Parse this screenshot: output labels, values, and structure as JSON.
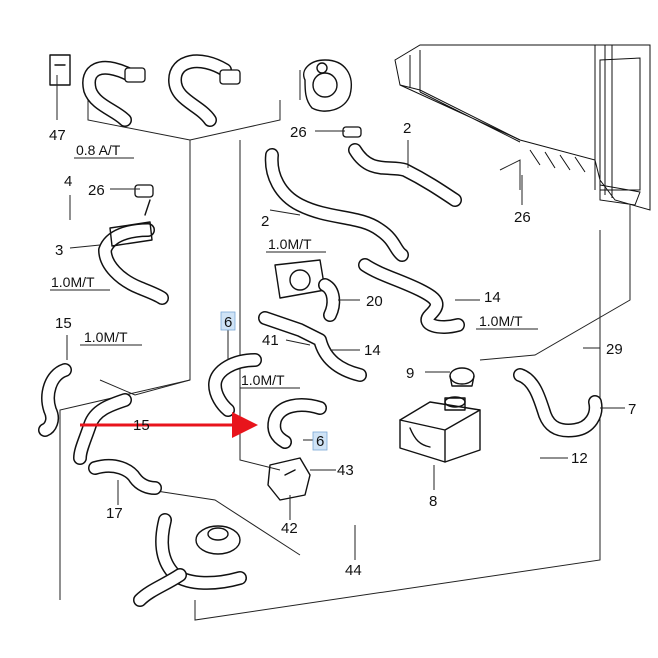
{
  "callouts": {
    "n47": "47",
    "n26a": "26",
    "n2a": "2",
    "n4": "4",
    "n26b": "26",
    "n2b": "2",
    "n26c": "26",
    "n3": "3",
    "n20": "20",
    "n14a": "14",
    "n15a": "15",
    "n41": "41",
    "n14b": "14",
    "n6a": "6",
    "n29": "29",
    "n9": "9",
    "n7": "7",
    "n15b": "15",
    "n6b": "6",
    "n43": "43",
    "n12": "12",
    "n8": "8",
    "n17": "17",
    "n42": "42",
    "n44": "44"
  },
  "specs": {
    "s1": "0.8 A/T",
    "s2": "1.0M/T",
    "s3": "1.0M/T",
    "s4": "1.0M/T",
    "s5": "1.0M/T",
    "s6": "1.0M/T"
  },
  "colors": {
    "arrow": "#e8141c",
    "highlight": "#cfe3f6",
    "line": "#111111"
  }
}
